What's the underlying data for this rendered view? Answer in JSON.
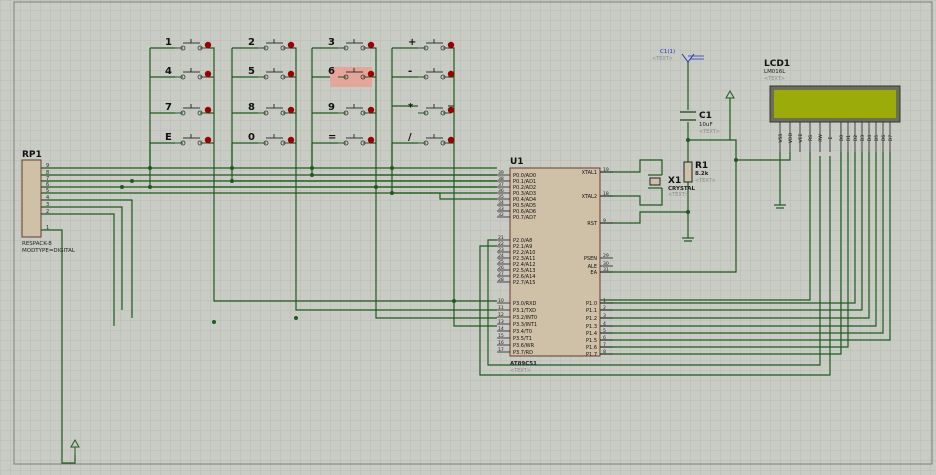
{
  "keypad": {
    "keys": [
      "1",
      "2",
      "3",
      "+",
      "4",
      "5",
      "6",
      "-",
      "7",
      "8",
      "9",
      "*",
      "E",
      "0",
      "=",
      "/"
    ]
  },
  "rp1": {
    "ref": "RP1",
    "type": "RESPACK-8",
    "model": "MODTYPE=DIGITAL",
    "pins": [
      "9",
      "8",
      "7",
      "6",
      "5",
      "4",
      "3",
      "2",
      "1"
    ]
  },
  "u1": {
    "ref": "U1",
    "part": "AT89C51",
    "text": "<TEXT>",
    "left_pins": [
      {
        "num": "39",
        "name": "P0.0/AD0"
      },
      {
        "num": "38",
        "name": "P0.1/AD1"
      },
      {
        "num": "37",
        "name": "P0.2/AD2"
      },
      {
        "num": "36",
        "name": "P0.3/AD3"
      },
      {
        "num": "35",
        "name": "P0.4/AD4"
      },
      {
        "num": "34",
        "name": "P0.5/AD5"
      },
      {
        "num": "33",
        "name": "P0.6/AD6"
      },
      {
        "num": "32",
        "name": "P0.7/AD7"
      },
      {
        "num": "21",
        "name": "P2.0/A8"
      },
      {
        "num": "22",
        "name": "P2.1/A9"
      },
      {
        "num": "23",
        "name": "P2.2/A10"
      },
      {
        "num": "24",
        "name": "P2.3/A11"
      },
      {
        "num": "25",
        "name": "P2.4/A12"
      },
      {
        "num": "26",
        "name": "P2.5/A13"
      },
      {
        "num": "27",
        "name": "P2.6/A14"
      },
      {
        "num": "28",
        "name": "P2.7/A15"
      },
      {
        "num": "10",
        "name": "P3.0/RXD"
      },
      {
        "num": "11",
        "name": "P3.1/TXD"
      },
      {
        "num": "12",
        "name": "P3.2/INT0"
      },
      {
        "num": "13",
        "name": "P3.3/INT1"
      },
      {
        "num": "14",
        "name": "P3.4/T0"
      },
      {
        "num": "15",
        "name": "P3.5/T1"
      },
      {
        "num": "16",
        "name": "P3.6/WR"
      },
      {
        "num": "17",
        "name": "P3.7/RD"
      }
    ],
    "right_pins": [
      {
        "num": "19",
        "name": "XTAL1"
      },
      {
        "num": "18",
        "name": "XTAL2"
      },
      {
        "num": "9",
        "name": "RST"
      },
      {
        "num": "29",
        "name": "PSEN"
      },
      {
        "num": "30",
        "name": "ALE"
      },
      {
        "num": "31",
        "name": "EA"
      },
      {
        "num": "1",
        "name": "P1.0"
      },
      {
        "num": "2",
        "name": "P1.1"
      },
      {
        "num": "3",
        "name": "P1.2"
      },
      {
        "num": "4",
        "name": "P1.3"
      },
      {
        "num": "5",
        "name": "P1.4"
      },
      {
        "num": "6",
        "name": "P1.5"
      },
      {
        "num": "7",
        "name": "P1.6"
      },
      {
        "num": "8",
        "name": "P1.7"
      }
    ]
  },
  "x1": {
    "ref": "X1",
    "type": "CRYSTAL",
    "text": "<TEXT>"
  },
  "r1": {
    "ref": "R1",
    "value": "8.2k",
    "text": "<TEXT>"
  },
  "c1": {
    "ref": "C1",
    "value": "10uF",
    "text": "<TEXT>"
  },
  "c1_probe": {
    "ref": "C1(1)",
    "text": "<TEXT>"
  },
  "lcd": {
    "ref": "LCD1",
    "model": "LM016L",
    "text": "<TEXT>",
    "screen_color": "#9aab0a",
    "pins": [
      "VSS",
      "VDD",
      "VEE",
      "RS",
      "RW",
      "E",
      "D0",
      "D1",
      "D2",
      "D3",
      "D4",
      "D5",
      "D6",
      "D7"
    ]
  },
  "colors": {
    "background": "#c9ccc4",
    "grid": "#a9ada3",
    "wire": "#1f5a1f",
    "pin_dot": "#9b0000",
    "chip_fill": "#cfc0a8",
    "highlight": "#e4a59b"
  }
}
